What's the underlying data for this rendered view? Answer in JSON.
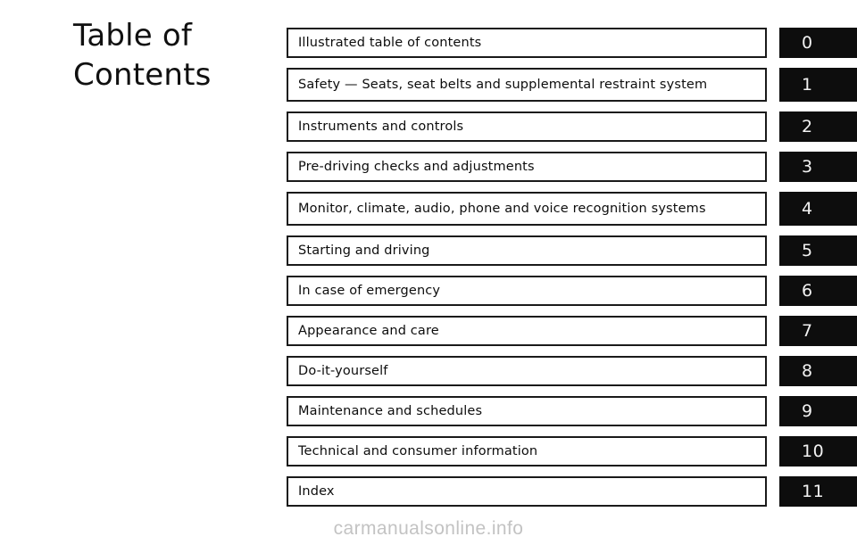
{
  "page": {
    "title": "Table of\nContents",
    "background_color": "#ffffff",
    "tab_color": "#0d0d0d",
    "tab_text_color": "#f2f2f2",
    "border_color": "#1a1a1a"
  },
  "toc": {
    "rows": [
      {
        "number": "0",
        "label": "Illustrated table of contents",
        "two_line": false
      },
      {
        "number": "1",
        "label": "Safety — Seats, seat belts and supplemental restraint system",
        "two_line": true
      },
      {
        "number": "2",
        "label": "Instruments and controls",
        "two_line": false
      },
      {
        "number": "3",
        "label": "Pre-driving checks and adjustments",
        "two_line": false
      },
      {
        "number": "4",
        "label": "Monitor, climate, audio, phone and voice recognition systems",
        "two_line": true
      },
      {
        "number": "5",
        "label": "Starting and driving",
        "two_line": false
      },
      {
        "number": "6",
        "label": "In case of emergency",
        "two_line": false
      },
      {
        "number": "7",
        "label": "Appearance and care",
        "two_line": false
      },
      {
        "number": "8",
        "label": "Do-it-yourself",
        "two_line": false
      },
      {
        "number": "9",
        "label": "Maintenance and schedules",
        "two_line": false
      },
      {
        "number": "10",
        "label": "Technical and consumer information",
        "two_line": false
      },
      {
        "number": "11",
        "label": "Index",
        "two_line": false
      }
    ]
  },
  "footer": {
    "watermark": "carmanualsonline.info"
  }
}
